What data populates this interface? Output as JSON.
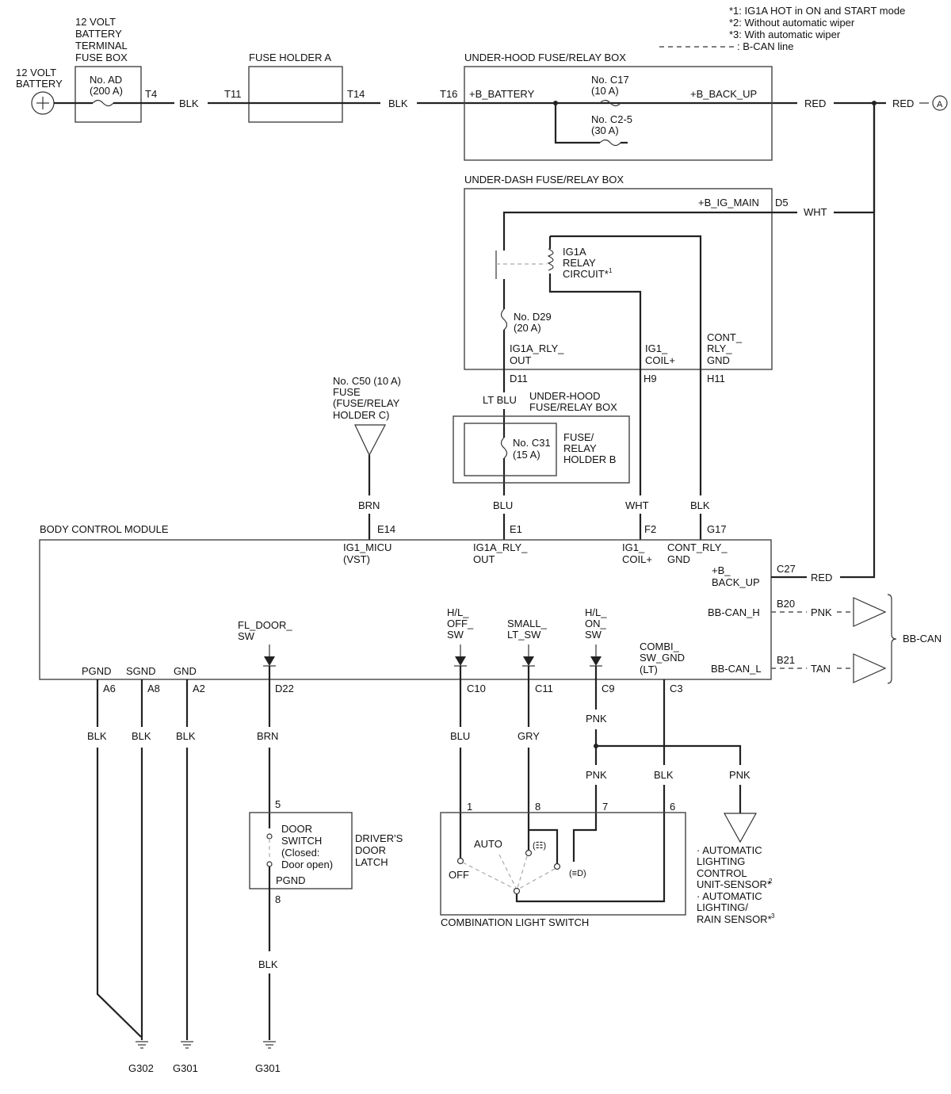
{
  "notes": [
    "*1: IG1A HOT in ON and START mode",
    "*2: Without automatic wiper",
    "*3: With automatic wiper",
    ": B-CAN line"
  ],
  "components": {
    "battery": [
      "12 VOLT",
      "BATTERY"
    ],
    "terminal_fuse_box": [
      "12 VOLT",
      "BATTERY",
      "TERMINAL",
      "FUSE BOX"
    ],
    "fuse_holder_a": "FUSE HOLDER A",
    "under_hood_box": "UNDER-HOOD FUSE/RELAY BOX",
    "under_dash_box": "UNDER-DASH FUSE/RELAY BOX",
    "relay": [
      "IG1A",
      "RELAY",
      "CIRCUIT*"
    ],
    "relay_sup": "1",
    "c50_fuse": [
      "No. C50 (10 A)",
      "FUSE",
      "(FUSE/RELAY",
      "HOLDER C)"
    ],
    "under_hood_box2": [
      "UNDER-HOOD",
      "FUSE/RELAY BOX"
    ],
    "fuse_holder_b": [
      "FUSE/",
      "RELAY",
      "HOLDER B"
    ],
    "bcm": "BODY CONTROL MODULE",
    "door_latch": [
      "DRIVER'S",
      "DOOR",
      "LATCH"
    ],
    "door_switch": [
      "DOOR",
      "SWITCH",
      "(Closed:",
      "Door open)"
    ],
    "door_pgnd": "PGND",
    "combination_switch": "COMBINATION LIGHT SWITCH",
    "sensor": [
      "· AUTOMATIC",
      "LIGHTING",
      "CONTROL",
      "UNIT-SENSOR*",
      "· AUTOMATIC",
      "LIGHTING/",
      "RAIN SENSOR*"
    ],
    "sensor_sup2": "2",
    "sensor_sup3": "3",
    "bb_can": "BB-CAN"
  },
  "fuses": {
    "ad": [
      "No. AD",
      "(200 A)"
    ],
    "c17": [
      "No. C17",
      "(10 A)"
    ],
    "c25": [
      "No. C2-5",
      "(30 A)"
    ],
    "d29": [
      "No. D29",
      "(20 A)"
    ],
    "c31": [
      "No. C31",
      "(15 A)"
    ]
  },
  "terminals": {
    "T4": "T4",
    "T11": "T11",
    "T14": "T14",
    "T16": "T16",
    "b_battery": "+B_BATTERY",
    "b_backup": "+B_BACK_UP",
    "b_ig_main": "+B_IG_MAIN",
    "D5": "D5",
    "D11": "D11",
    "H9": "H9",
    "H11": "H11",
    "ig1a_rly_out": [
      "IG1A_RLY_",
      "OUT"
    ],
    "ig1_coil": [
      "IG1_",
      "COIL+"
    ],
    "cont_rly_gnd": [
      "CONT_",
      "RLY_",
      "GND"
    ],
    "E14": "E14",
    "E1": "E1",
    "F2": "F2",
    "G17": "G17",
    "ig1_micu": [
      "IG1_MICU",
      "(VST)"
    ],
    "bcm_ig1a": [
      "IG1A_RLY_",
      "OUT"
    ],
    "bcm_ig1coil": [
      "IG1_",
      "COIL+"
    ],
    "bcm_cont": [
      "CONT_RLY_",
      "GND"
    ],
    "bcm_backup": [
      "+B_",
      "BACK_UP"
    ],
    "C27": "C27",
    "B20": "B20",
    "B21": "B21",
    "bb_can_h": "BB-CAN_H",
    "bb_can_l": "BB-CAN_L",
    "fl_door": [
      "FL_DOOR_",
      "SW"
    ],
    "hl_off": [
      "H/L_",
      "OFF_",
      "SW"
    ],
    "small_lt": [
      "SMALL_",
      "LT_SW"
    ],
    "hl_on": [
      "H/L_",
      "ON_",
      "SW"
    ],
    "combi_gnd": [
      "COMBI_",
      "SW_GND",
      "(LT)"
    ],
    "pgnd": "PGND",
    "sgnd": "SGND",
    "gnd": "GND",
    "A6": "A6",
    "A8": "A8",
    "A2": "A2",
    "D22": "D22",
    "C10": "C10",
    "C11": "C11",
    "C9": "C9",
    "C3": "C3",
    "pin5": "5",
    "pin8": "8",
    "pin1": "1",
    "pin8b": "8",
    "pin7": "7",
    "pin6": "6",
    "auto": "AUTO",
    "off": "OFF",
    "sym_small": "(☷)",
    "sym_head": "(≡D)"
  },
  "wires": {
    "blk1": "BLK",
    "blk2": "BLK",
    "red1": "RED",
    "red2": "RED",
    "red3": "RED",
    "wht1": "WHT",
    "ltblu": "LT BLU",
    "brn1": "BRN",
    "blu1": "BLU",
    "wht2": "WHT",
    "blk3": "BLK",
    "pnk_h": "PNK",
    "tan_l": "TAN",
    "blk_a6": "BLK",
    "blk_a8": "BLK",
    "blk_a2": "BLK",
    "brn_d22": "BRN",
    "blu_c10": "BLU",
    "gry_c11": "GRY",
    "pnk_c9": "PNK",
    "pnk_sw": "PNK",
    "blk_c3": "BLK",
    "pnk_sensor": "PNK",
    "blk_door": "BLK"
  },
  "connector_a": "A",
  "grounds": {
    "g302": "G302",
    "g301a": "G301",
    "g301b": "G301"
  }
}
